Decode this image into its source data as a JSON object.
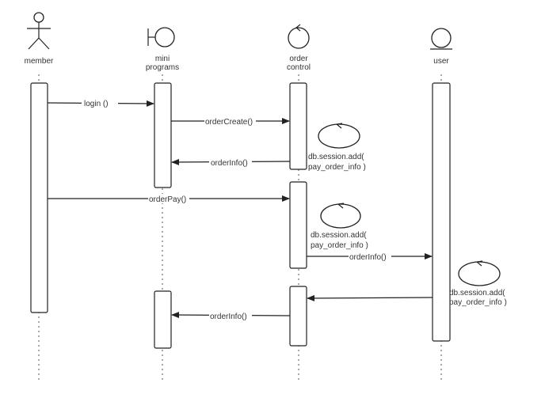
{
  "participants": [
    {
      "id": "member",
      "type": "actor",
      "label_lines": [
        "member"
      ]
    },
    {
      "id": "mini",
      "type": "boundary",
      "label_lines": [
        "mini",
        "programs"
      ]
    },
    {
      "id": "order",
      "type": "control",
      "label_lines": [
        "order",
        "control"
      ]
    },
    {
      "id": "user",
      "type": "entity",
      "label_lines": [
        "user"
      ]
    }
  ],
  "messages": [
    {
      "from": "member",
      "to": "mini",
      "label": "login  ()"
    },
    {
      "from": "mini",
      "to": "order",
      "label": "orderCreate()"
    },
    {
      "from": "order",
      "to": "mini",
      "label": "orderInfo()"
    },
    {
      "from": "member",
      "to": "order",
      "label": "orderPay()"
    },
    {
      "from": "order",
      "to": "user",
      "label": "orderInfo()"
    },
    {
      "from": "user",
      "to": "order",
      "label": ""
    },
    {
      "from": "order",
      "to": "mini",
      "label": "orderInfo()"
    }
  ],
  "notes": [
    {
      "lines": [
        "db.session.add(",
        "pay_order_info  )"
      ]
    },
    {
      "lines": [
        "db.session.add(",
        "pay_order_info )"
      ]
    },
    {
      "lines": [
        "db.session.add(",
        "pay_order_info )"
      ]
    }
  ]
}
